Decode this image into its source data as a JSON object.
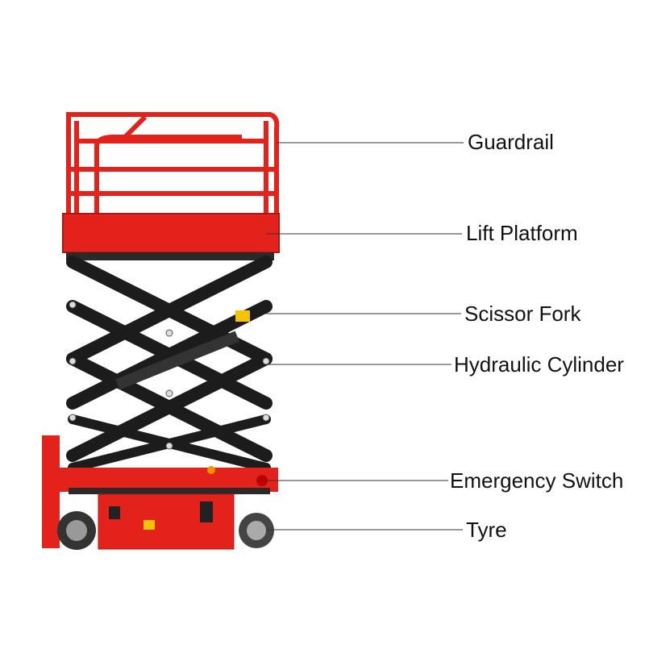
{
  "labels": {
    "guardrail": "Guardrail",
    "lift_platform": "Lift Platform",
    "scissor_fork": "Scissor Fork",
    "hydraulic_cylinder": "Hydraulic Cylinder",
    "emergency_switch": "Emergency Switch",
    "tyre": "Tyre"
  },
  "colors": {
    "body": "#e3221c",
    "scissor": "#1c1c1c",
    "leader": "#333333"
  }
}
